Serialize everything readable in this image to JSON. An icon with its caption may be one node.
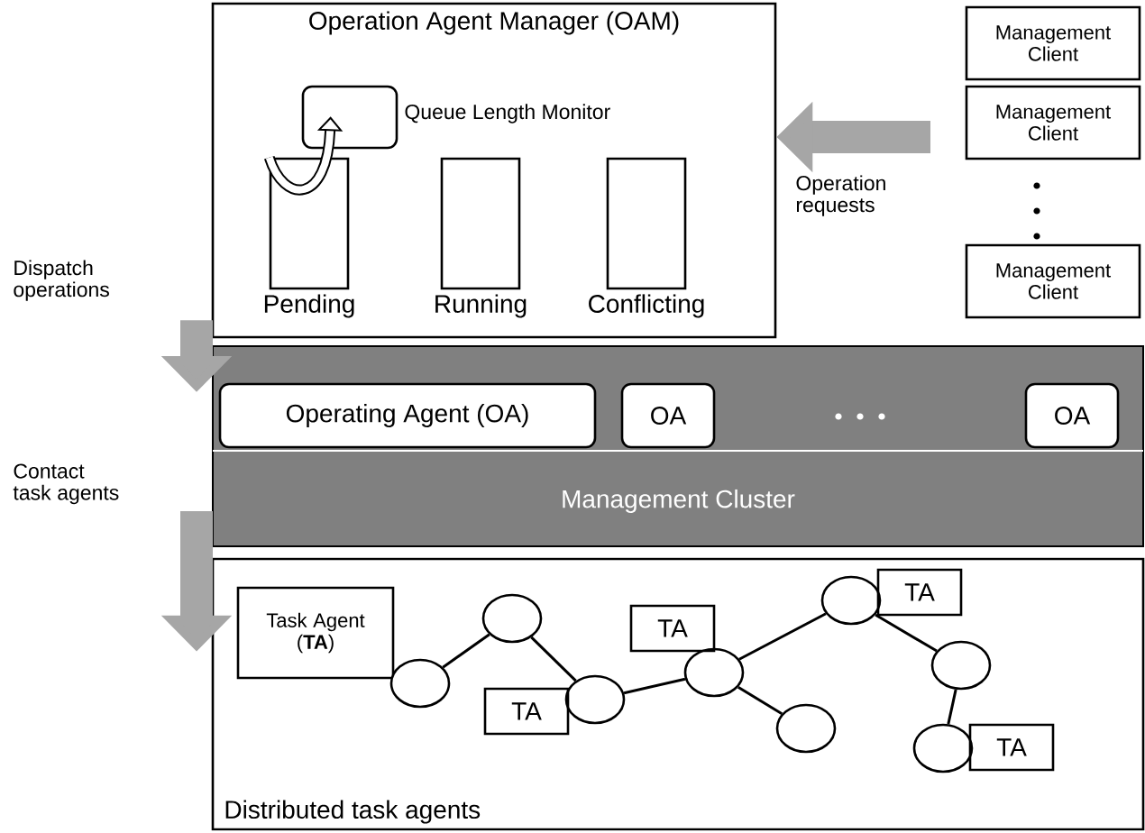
{
  "diagram": {
    "nodes": [
      {
        "text": [
          "Operation Agent Manager (OAM)"
        ]
      },
      {
        "text": [],
        "shape": "box",
        "beside": [
          "Queue Length Monitor"
        ],
        "in": 0
      },
      {
        "text": [
          "Pending"
        ],
        "in": 0
      },
      {
        "text": [
          "Running"
        ],
        "in": 0
      },
      {
        "text": [
          "Conflicting"
        ],
        "in": 0
      },
      {
        "text": [
          "Management Client"
        ]
      },
      {
        "text": [
          "Management Client"
        ]
      },
      {
        "text": [
          "Management Client"
        ]
      },
      {
        "text": [
          "Management Cluster"
        ]
      },
      {
        "text": [
          "Operating Agent (OA)"
        ],
        "in": 8
      },
      {
        "text": [
          "OA"
        ],
        "in": 8
      },
      {
        "text": [
          "OA"
        ],
        "in": 8
      },
      {
        "text": [
          "Distributed task agents"
        ]
      },
      {
        "text": [
          "Task Agent (**TA**)"
        ],
        "in": 12
      },
      {
        "text": [],
        "shape": "circle",
        "in": 12
      },
      {
        "text": [],
        "shape": "circle",
        "in": 12
      },
      {
        "text": [],
        "shape": "circle",
        "in": 12
      },
      {
        "text": [],
        "shape": "circle",
        "in": 12
      },
      {
        "text": [],
        "shape": "circle",
        "in": 12
      },
      {
        "text": [],
        "shape": "circle",
        "in": 12
      },
      {
        "text": [],
        "shape": "circle",
        "in": 12
      },
      {
        "text": [],
        "shape": "circle",
        "in": 12
      },
      {
        "text": [
          "TA"
        ],
        "in": 12
      },
      {
        "text": [
          "TA"
        ],
        "in": 12
      },
      {
        "text": [
          "TA"
        ],
        "in": 12
      },
      {
        "text": [
          "TA"
        ],
        "in": 12
      }
    ],
    "edges": [
      {
        "from": 2,
        "to": 1,
        "arrow": "to",
        "style": "thick"
      },
      {
        "from": null,
        "to": 0,
        "arrow": "to",
        "label": "Operation requests",
        "style": "thick",
        "color": "#a6a6a6"
      },
      {
        "from": 0,
        "to": 8,
        "arrow": "to",
        "label": "Dispatch operations",
        "style": "thick",
        "color": "#a6a6a6"
      },
      {
        "from": 8,
        "to": 12,
        "arrow": "to",
        "label": "Contact task agents",
        "style": "thick",
        "color": "#a6a6a6"
      },
      {
        "from": 14,
        "to": 15,
        "arrow": "none"
      },
      {
        "from": 15,
        "to": 16,
        "arrow": "none"
      },
      {
        "from": 16,
        "to": 17,
        "arrow": "none"
      },
      {
        "from": 17,
        "to": 19,
        "arrow": "none"
      },
      {
        "from": 17,
        "to": 18,
        "arrow": "none"
      },
      {
        "from": 19,
        "to": 21,
        "arrow": "none"
      },
      {
        "from": 21,
        "to": 20,
        "arrow": "none"
      }
    ]
  }
}
